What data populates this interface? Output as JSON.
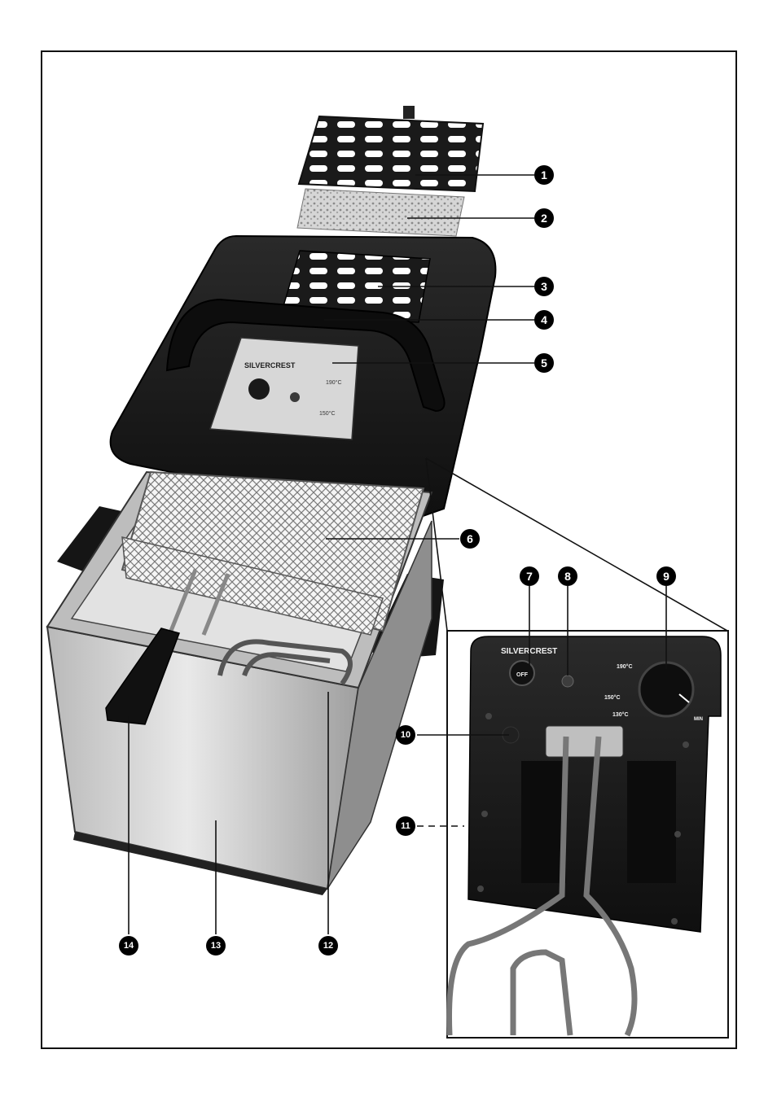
{
  "callouts": [
    {
      "id": "1",
      "text": "1"
    },
    {
      "id": "2",
      "text": "2"
    },
    {
      "id": "3",
      "text": "3"
    },
    {
      "id": "4",
      "text": "4"
    },
    {
      "id": "5",
      "text": "5"
    },
    {
      "id": "6",
      "text": "6"
    },
    {
      "id": "7",
      "text": "7"
    },
    {
      "id": "8",
      "text": "8"
    },
    {
      "id": "9",
      "text": "9"
    },
    {
      "id": "10",
      "text": "10"
    },
    {
      "id": "11",
      "text": "11"
    },
    {
      "id": "12",
      "text": "12"
    },
    {
      "id": "13",
      "text": "13"
    },
    {
      "id": "14",
      "text": "14"
    }
  ],
  "device_labels": {
    "brand": "SILVERCREST",
    "switch": "OFF",
    "temp_high": "190°C",
    "temp_mid": "150°C",
    "temp_low": "130°C",
    "dial_min": "MIN"
  },
  "colors": {
    "ink": "#111111",
    "steel": "#c9c9c9",
    "plastic": "#1b1b1b",
    "mesh": "#9a9a9a"
  }
}
